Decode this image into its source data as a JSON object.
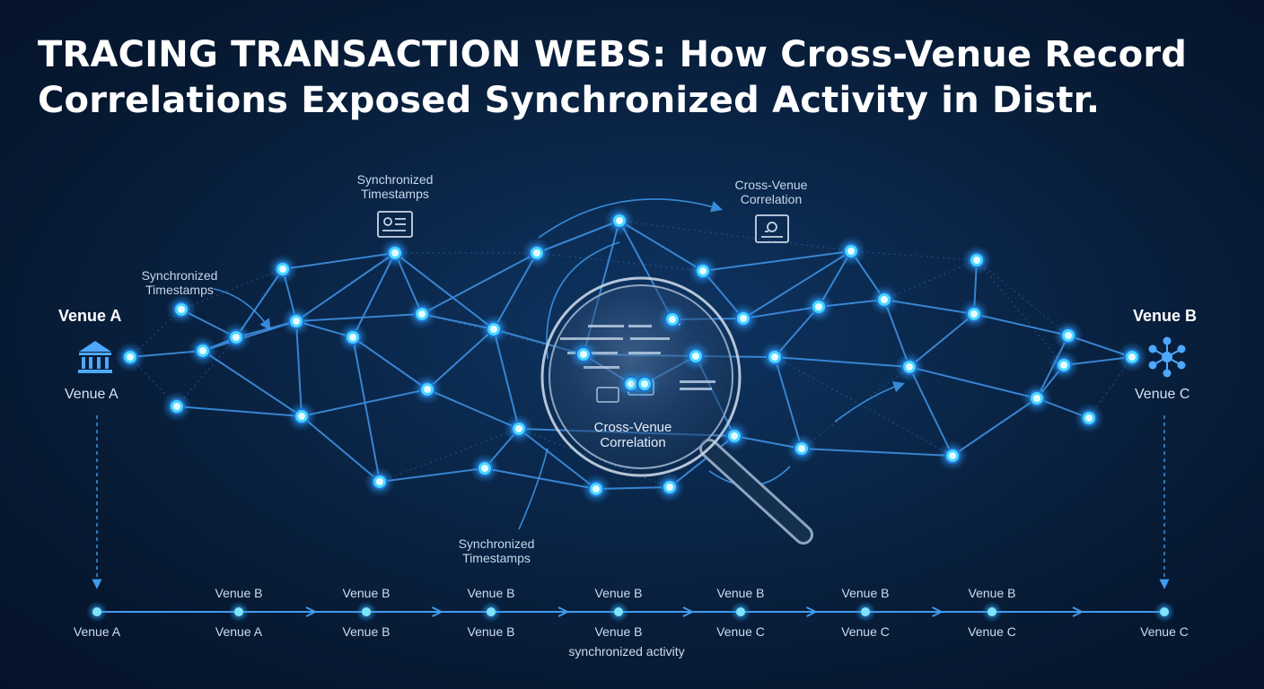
{
  "header": {
    "title_line1": "TRACING TRANSACTION WEBS: How Cross-Venue Record",
    "title_line2": "Correlations Exposed Synchronized Activity in Distr."
  },
  "labels": {
    "sync_top_l1": "Synchronized",
    "sync_top_l2": "Timestamps",
    "sync_left_l1": "Synchronized",
    "sync_left_l2": "Timestamps",
    "sync_bottom_l1": "Synchronized",
    "sync_bottom_l2": "Timestamps",
    "corr_top_l1": "Cross-Venue",
    "corr_top_l2": "Correlation",
    "corr_lens_l1": "Cross-Venue",
    "corr_lens_l2": "Correlation"
  },
  "venues": {
    "left_title": "Venue A",
    "left_sub": "Venue A",
    "right_title": "Venue B",
    "right_sub": "Venue C"
  },
  "timeline": {
    "top": [
      "",
      "Venue B",
      "Venue B",
      "Venue B",
      "Venue B",
      "Venue B",
      "Venue B",
      "Venue B",
      ""
    ],
    "bottom": [
      "Venue A",
      "Venue A",
      "Venue B",
      "Venue B",
      "Venue B",
      "Venue C",
      "Venue C",
      "Venue C",
      "Venue C"
    ],
    "note": "synchronized activity"
  },
  "icons": {
    "left_venue": "bank-icon",
    "right_venue": "network-hub-icon",
    "timestamp_panel": "dashboard-icon",
    "correlation_panel": "monitor-icon",
    "lens": "magnifying-glass-icon"
  },
  "colors": {
    "background": "#071a33",
    "edge": "#3d8fe0",
    "node_glow": "#49d6ff",
    "node_core": "#e6fbff"
  }
}
